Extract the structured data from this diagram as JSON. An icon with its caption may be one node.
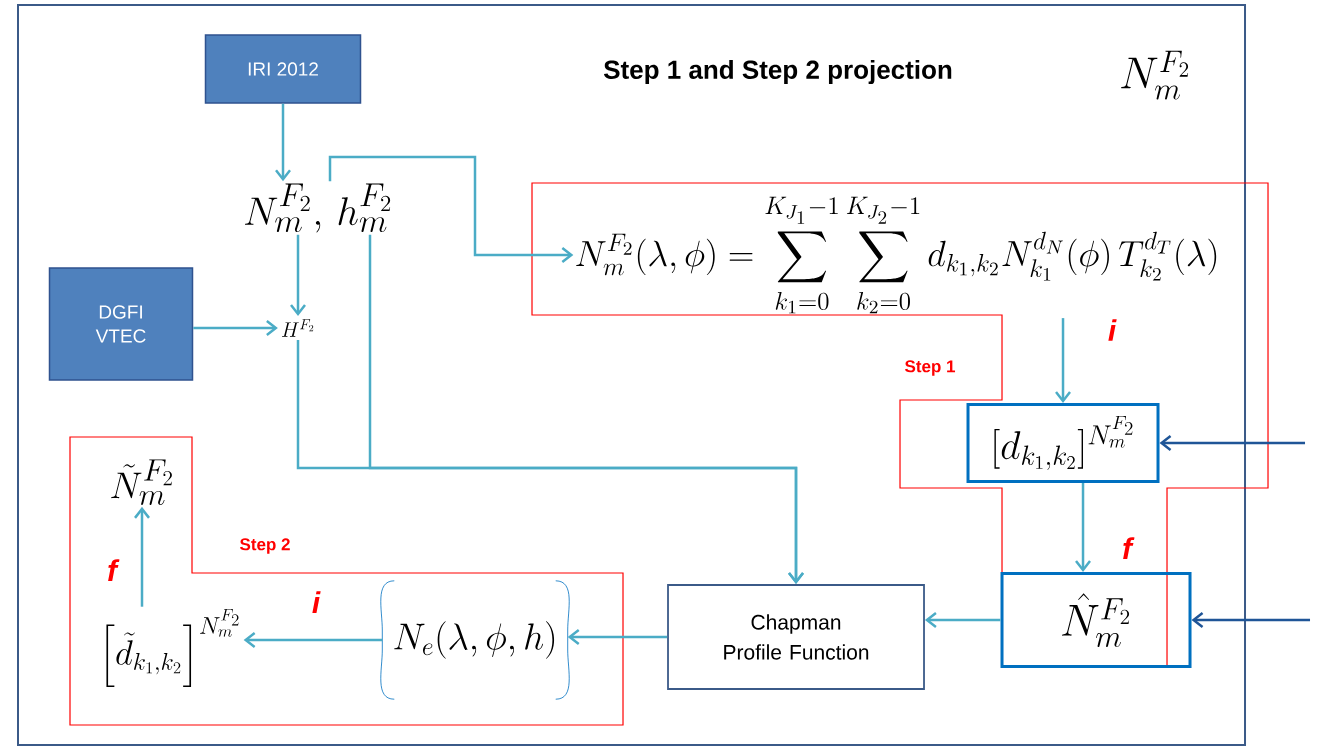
{
  "diagram": {
    "title": "Step 1 and Step 2 projection",
    "nodes": [
      {
        "text": [
          "IRI 2012"
        ]
      },
      {
        "text": [
          "N_m^{F_2},\\, h_m^{F_2}"
        ]
      },
      {
        "text": [
          "DGFI VTEC"
        ]
      },
      {
        "text": [
          "H^{F_2}"
        ]
      },
      {
        "text": [
          "N_m^{F_2}(\\lambda,\\phi) = \\sum_{k_1=0}^{K_{J_1}-1} \\sum_{k_2=0}^{K_{J_2}-1} d_{k_1,k_2} N_{k_1}^{d_N}(\\phi)\\, T_{k_2}^{d_T}(\\lambda)"
        ]
      },
      {
        "text": [
          "[d_{k_1,k_2}]^{N_m^{F_2}}"
        ]
      },
      {
        "text": [
          "\\hat{N}_m^{F_2}"
        ]
      },
      {
        "text": [
          "Chapman Profile Function"
        ]
      },
      {
        "text": [
          "N_e(\\lambda,\\phi,h)"
        ]
      },
      {
        "text": [
          "\\left[\\tilde{d}_{k_1,k_2}\\right]^{N_m^{F_2}}"
        ]
      },
      {
        "text": [
          "\\tilde{N}_m^{F_2}"
        ]
      }
    ],
    "edges": [
      {
        "from": 0,
        "to": 1,
        "arrow": "to"
      },
      {
        "from": 1,
        "to": 4,
        "arrow": "to"
      },
      {
        "from": 1,
        "to": 3,
        "arrow": "to"
      },
      {
        "from": 2,
        "to": 3,
        "arrow": "to"
      },
      {
        "from": 3,
        "to": 7,
        "arrow": "to"
      },
      {
        "from": 1,
        "to": 7,
        "arrow": "to"
      },
      {
        "from": 4,
        "to": 5,
        "arrow": "to",
        "label": "i"
      },
      {
        "from": 5,
        "to": 6,
        "arrow": "to",
        "label": "f"
      },
      {
        "from": 6,
        "to": 7,
        "arrow": "to"
      },
      {
        "from": 7,
        "to": 8,
        "arrow": "to"
      },
      {
        "from": 8,
        "to": 9,
        "arrow": "to",
        "label": "i"
      },
      {
        "from": 9,
        "to": 10,
        "arrow": "to",
        "label": "f"
      },
      {
        "from": null,
        "to": 5,
        "arrow": "to",
        "color": "#1f5597"
      },
      {
        "from": null,
        "to": 6,
        "arrow": "to",
        "color": "#1f5597"
      }
    ],
    "labels": [
      "N_m^{F_2}",
      "Step 1",
      "Step 2"
    ]
  }
}
